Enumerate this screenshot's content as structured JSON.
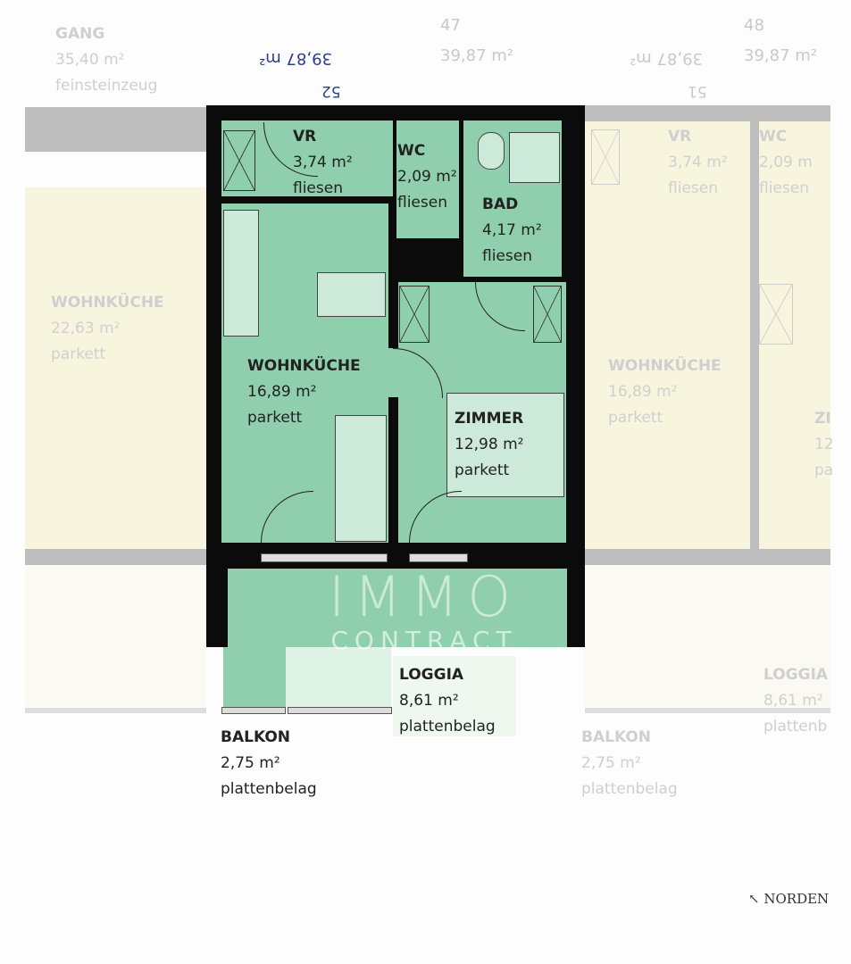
{
  "header": {
    "gang": {
      "name": "GANG",
      "area": "35,40 m²",
      "floor": "feinsteinzeug"
    },
    "unit_52": {
      "area": "39,87 m²",
      "number": "52"
    },
    "unit_47": {
      "number": "47",
      "area": "39,87 m²"
    },
    "unit_51": {
      "area": "39,87 m²",
      "number": "51"
    },
    "unit_48": {
      "number": "48",
      "area": "39,87 m²"
    }
  },
  "rooms": {
    "vr": {
      "name": "VR",
      "area": "3,74 m²",
      "floor": "fliesen"
    },
    "wc": {
      "name": "WC",
      "area": "2,09 m²",
      "floor": "fliesen"
    },
    "bad": {
      "name": "BAD",
      "area": "4,17 m²",
      "floor": "fliesen"
    },
    "wohnkueche": {
      "name": "WOHNKÜCHE",
      "area": "16,89 m²",
      "floor": "parkett"
    },
    "zimmer": {
      "name": "ZIMMER",
      "area": "12,98 m²",
      "floor": "parkett"
    },
    "loggia": {
      "name": "LOGGIA",
      "area": "8,61 m²",
      "floor": "plattenbelag"
    },
    "balkon": {
      "name": "BALKON",
      "area": "2,75 m²",
      "floor": "plattenbelag"
    }
  },
  "neighbors": {
    "left_wohnkueche": {
      "name": "WOHNKÜCHE",
      "area": "22,63 m²",
      "floor": "parkett"
    },
    "right_vr": {
      "name": "VR",
      "area": "3,74 m²",
      "floor": "fliesen"
    },
    "right_wc": {
      "name": "WC",
      "area": "2,09 m",
      "floor": "fliesen"
    },
    "right_wohnkueche": {
      "name": "WOHNKÜCHE",
      "area": "16,89 m²",
      "floor": "parkett"
    },
    "right_zimmer": {
      "name": "ZI",
      "area": "12",
      "floor": "pa"
    },
    "right_loggia": {
      "name": "LOGGIA",
      "area": "8,61 m²",
      "floor": "plattenb"
    },
    "right_balkon": {
      "name": "BALKON",
      "area": "2,75 m²",
      "floor": "plattenbelag"
    }
  },
  "watermark": {
    "line1": "IMMO",
    "line2": "CONTRACT"
  },
  "compass": {
    "arrow": "↖",
    "label": "NORDEN"
  }
}
